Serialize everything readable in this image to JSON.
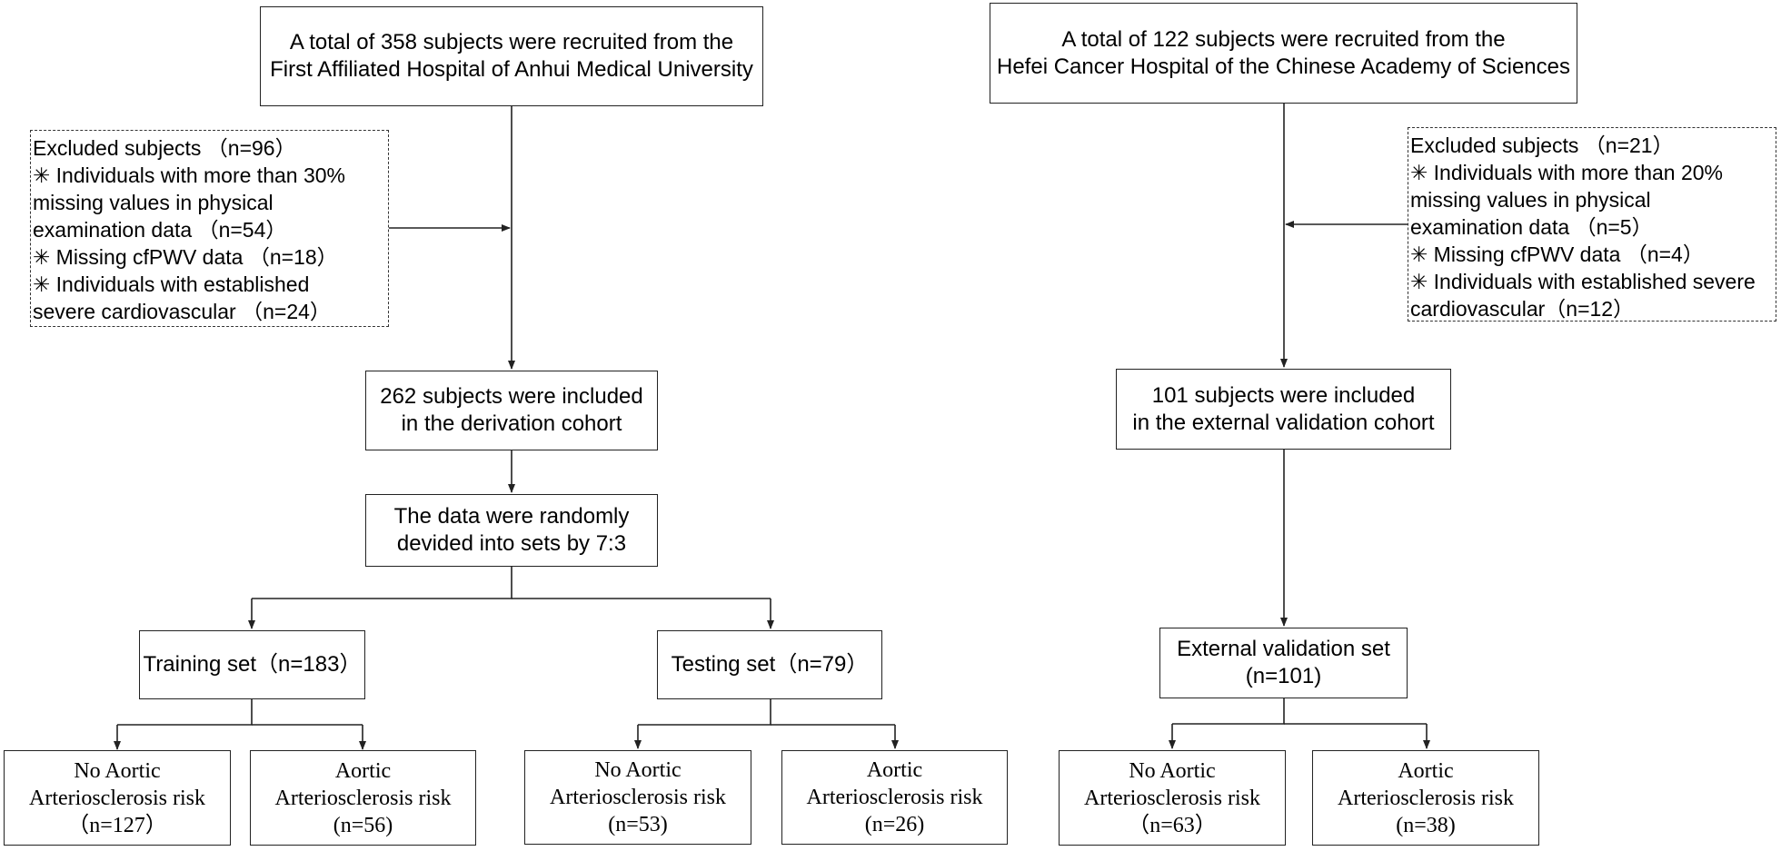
{
  "left": {
    "source": [
      "A total of 358 subjects were recruited from the",
      "First Affiliated Hospital of Anhui Medical University"
    ],
    "excluded": [
      "Excluded subjects （n=96）",
      "✳ Individuals with more than 30%",
      "missing values in physical",
      "examination data （n=54）",
      "✳ Missing cfPWV data （n=18）",
      "✳ Individuals with established",
      "severe cardiovascular （n=24）"
    ],
    "included": [
      "262 subjects were included",
      "in the derivation cohort"
    ],
    "split": [
      "The data were randomly",
      "devided into sets by 7:3"
    ],
    "training": "Training set（n=183）",
    "testing": "Testing set（n=79）",
    "training_no": [
      "No Aortic",
      "Arteriosclerosis risk",
      "（n=127）"
    ],
    "training_yes": [
      "Aortic",
      "Arteriosclerosis risk",
      "(n=56)"
    ],
    "testing_no": [
      "No Aortic",
      "Arteriosclerosis risk",
      "(n=53)"
    ],
    "testing_yes": [
      "Aortic",
      "Arteriosclerosis risk",
      "(n=26)"
    ]
  },
  "right": {
    "source": [
      "A total of 122 subjects were recruited from the",
      "Hefei Cancer Hospital of the Chinese Academy of Sciences"
    ],
    "excluded": [
      "Excluded subjects （n=21）",
      "✳ Individuals with more than 20%",
      "missing values in physical",
      "examination data （n=5）",
      "✳ Missing cfPWV data （n=4）",
      "✳ Individuals with established severe",
      "cardiovascular（n=12）"
    ],
    "included": [
      "101 subjects were included",
      "in the external validation cohort"
    ],
    "validation": [
      "External validation set",
      "(n=101)"
    ],
    "validation_no": [
      "No Aortic",
      "Arteriosclerosis risk",
      "（n=63）"
    ],
    "validation_yes": [
      "Aortic",
      "Arteriosclerosis risk",
      "(n=38)"
    ]
  }
}
